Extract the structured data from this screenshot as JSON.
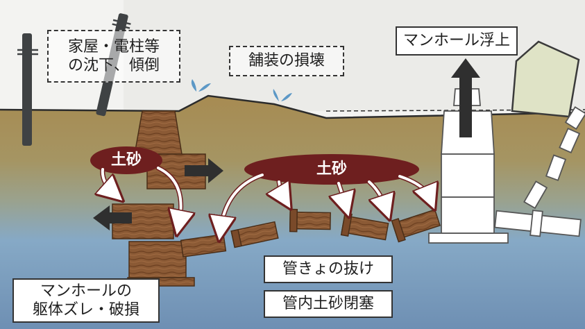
{
  "labels": {
    "house_pole_sink": "家屋・電柱等\nの沈下、傾倒",
    "pavement_damage": "舗装の損壊",
    "manhole_float": "マンホール浮上",
    "soil_left": "土砂",
    "soil_center": "土砂",
    "manhole_body_damage": "マンホールの\n躯体ズレ・破損",
    "pipe_joint_pullout": "管きょの抜け",
    "pipe_soil_blockage": "管内土砂閉塞"
  },
  "colors": {
    "sky": "#eeeeec",
    "ground_surface": "#a78b52",
    "ground_mid": "#9aa28e",
    "water_layer": "#86a9c6",
    "water_deep": "#6e8fb3",
    "soil_ellipse": "#6e1f1f",
    "pipe_wood": "#8b5a35",
    "manhole_white": "#ffffff",
    "arrow_dark": "#2f2f2f"
  }
}
